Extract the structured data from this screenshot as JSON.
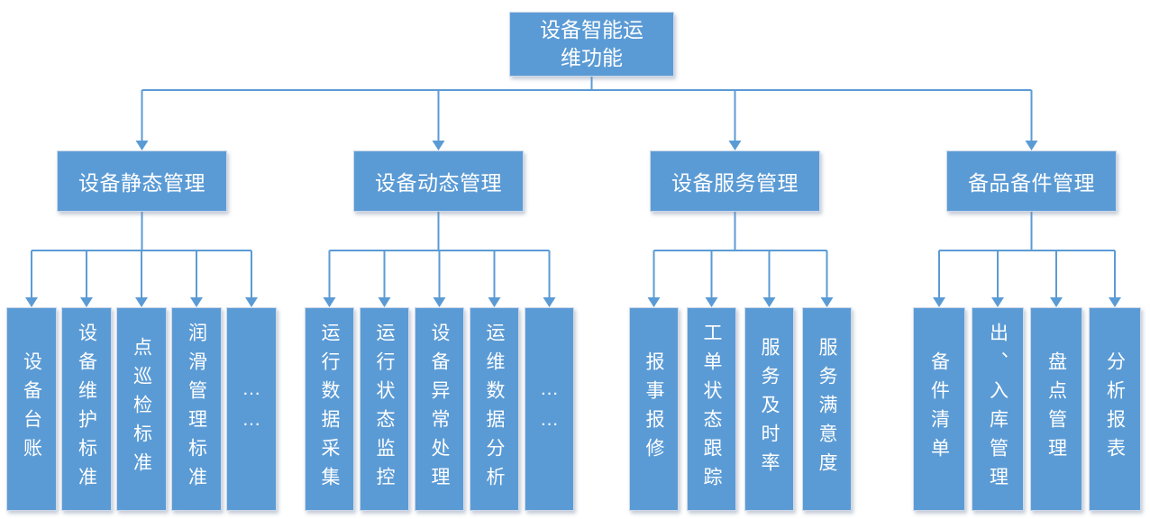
{
  "colors": {
    "box_fill": "#5b9bd5",
    "box_border": "#ccd8ea",
    "connector": "#5b9bd5",
    "text": "#ffffff",
    "background": "#ffffff"
  },
  "tree": {
    "root": {
      "label": "设备智能运维功能"
    },
    "branches": [
      {
        "label": "设备静态管理",
        "children": [
          "设备台账",
          "设备维护标准",
          "点巡检标准",
          "润滑管理标准",
          "……"
        ]
      },
      {
        "label": "设备动态管理",
        "children": [
          "运行数据采集",
          "运行状态监控",
          "设备异常处理",
          "运维数据分析",
          "……"
        ]
      },
      {
        "label": "设备服务管理",
        "children": [
          "报事报修",
          "工单状态跟踪",
          "服务及时率",
          "服务满意度"
        ]
      },
      {
        "label": "备品备件管理",
        "children": [
          "备件清单",
          "出、入库管理",
          "盘点管理",
          "分析报表"
        ]
      }
    ]
  }
}
